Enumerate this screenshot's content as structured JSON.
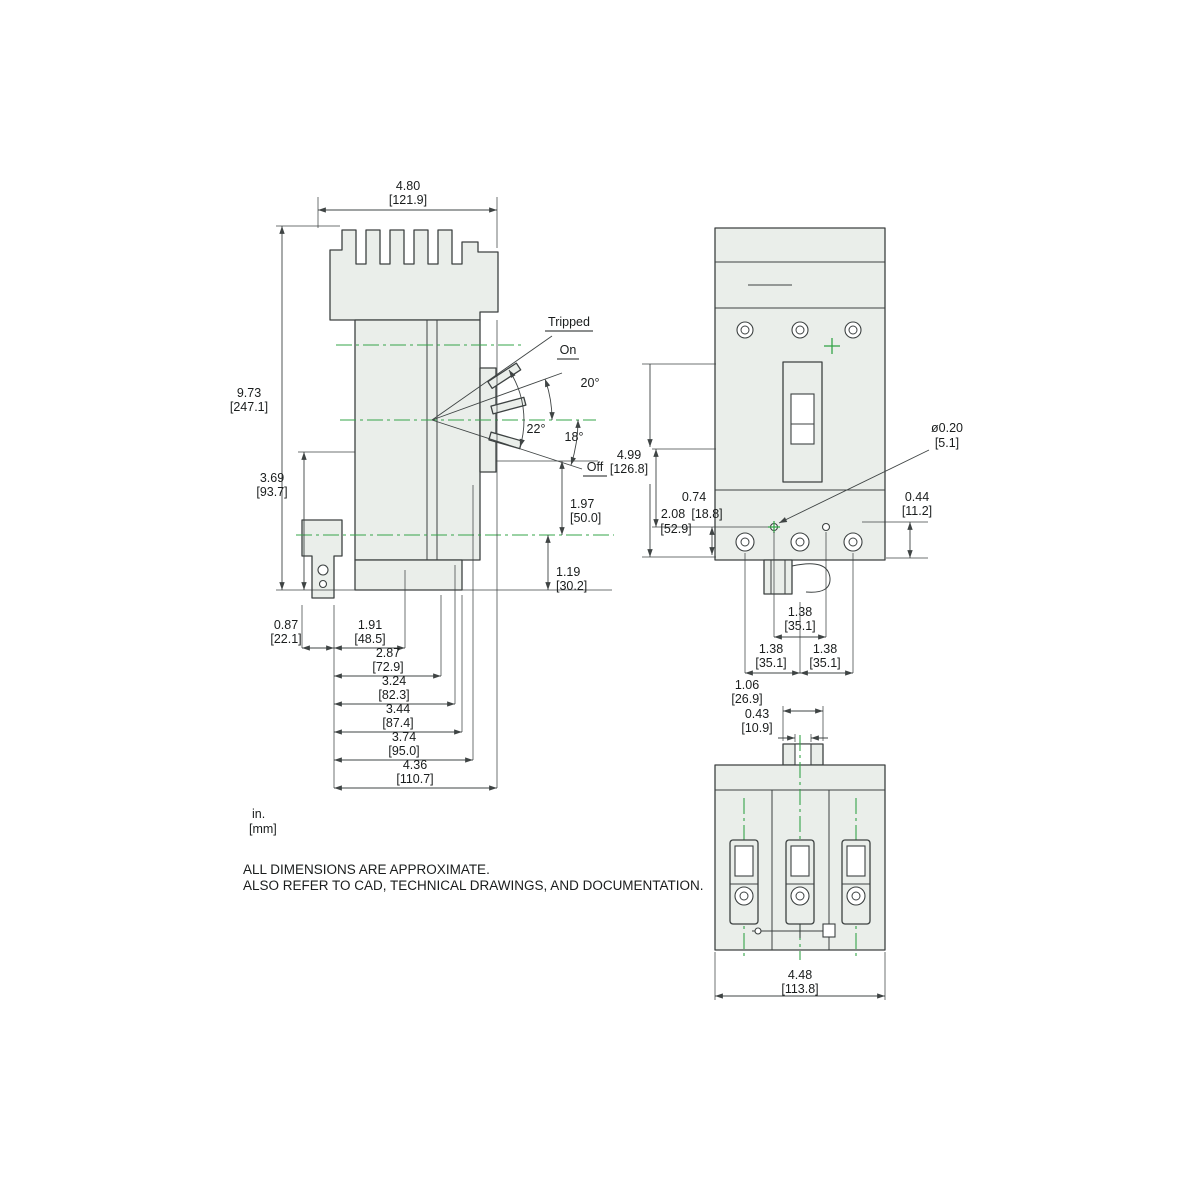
{
  "drawing": {
    "type": "circuit-breaker dimensional drawing",
    "accent_green": "#35a449",
    "line_color": "#3d4242",
    "body_fill": "#eaeeea"
  },
  "notes": {
    "units_in": "in.",
    "units_mm": "[mm]",
    "line1": "ALL DIMENSIONS ARE APPROXIMATE.",
    "line2": "ALSO REFER TO CAD, TECHNICAL DRAWINGS, AND DOCUMENTATION."
  },
  "side_view": {
    "overall_width": {
      "in": "4.80",
      "mm": "[121.9]"
    },
    "overall_height": {
      "in": "9.73",
      "mm": "[247.1]"
    },
    "lower_height": {
      "in": "3.69",
      "mm": "[93.7]"
    },
    "labels": {
      "tripped": "Tripped",
      "on": "On",
      "off": "Off"
    },
    "angles": {
      "a20": "20°",
      "a22": "22°",
      "a18": "18°"
    },
    "dim_197": {
      "in": "1.97",
      "mm": "[50.0]"
    },
    "dim_119": {
      "in": "1.19",
      "mm": "[30.2]"
    },
    "base_dims": [
      {
        "in": "0.87",
        "mm": "[22.1]"
      },
      {
        "in": "1.91",
        "mm": "[48.5]"
      },
      {
        "in": "2.87",
        "mm": "[72.9]"
      },
      {
        "in": "3.24",
        "mm": "[82.3]"
      },
      {
        "in": "3.44",
        "mm": "[87.4]"
      },
      {
        "in": "3.74",
        "mm": "[95.0]"
      },
      {
        "in": "4.36",
        "mm": "[110.7]"
      }
    ]
  },
  "front_view": {
    "overall_height": {
      "in": "4.99",
      "mm": "[126.8]"
    },
    "dim_074": {
      "in": "0.74",
      "mm": "[18.8]"
    },
    "dim_208": {
      "in": "2.08",
      "mm": "[52.9]"
    },
    "mounting_hole": {
      "in": "ø0.20",
      "mm": "[5.1]"
    },
    "dim_044": {
      "in": "0.44",
      "mm": "[11.2]"
    },
    "pole_center": {
      "in": "1.38",
      "mm": "[35.1]"
    },
    "pole_left": {
      "in": "1.38",
      "mm": "[35.1]"
    },
    "pole_right": {
      "in": "1.38",
      "mm": "[35.1]"
    }
  },
  "bottom_view": {
    "dim_106": {
      "in": "1.06",
      "mm": "[26.9]"
    },
    "dim_043": {
      "in": "0.43",
      "mm": "[10.9]"
    },
    "overall_width": {
      "in": "4.48",
      "mm": "[113.8]"
    }
  }
}
